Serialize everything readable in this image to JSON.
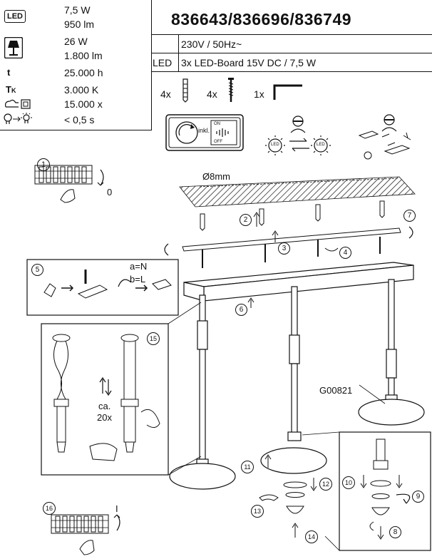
{
  "specs": [
    {
      "icon": "led-badge-icon",
      "label": "LED",
      "values": [
        "7,5 W",
        "950 lm"
      ]
    },
    {
      "icon": "table-lamp-icon",
      "label": "",
      "values": [
        "26 W",
        "1.800 lm"
      ]
    },
    {
      "icon": "",
      "label": "t",
      "values": [
        "25.000 h"
      ]
    },
    {
      "icon": "",
      "label": "TK",
      "values": [
        "3.000 K"
      ]
    },
    {
      "icon": "switch-cycles-icon",
      "label": "",
      "values": [
        "15.000 x"
      ]
    },
    {
      "icon": "warm-up-bulb-icon",
      "label": "",
      "values": [
        "< 0,5 s"
      ]
    }
  ],
  "title": "836643/836696/836749",
  "table": {
    "voltage": "230V / 50Hz~",
    "led_label": "LED",
    "led_desc": "3x LED-Board 15V DC / 7,5 W"
  },
  "parts": [
    {
      "qty": "4x",
      "icon": "wall-plug-icon"
    },
    {
      "qty": "4x",
      "icon": "screw-icon"
    },
    {
      "qty": "1x",
      "icon": "allen-key-icon"
    }
  ],
  "dimmer": {
    "inkl": "inkl.",
    "on": "ON",
    "off": "OFF"
  },
  "led_swap": {
    "led": "LED"
  },
  "drill": {
    "diameter": "Ø8mm"
  },
  "steps": [
    "1",
    "2",
    "3",
    "4",
    "5",
    "6",
    "7",
    "8",
    "9",
    "10",
    "11",
    "12",
    "13",
    "14",
    "15",
    "16"
  ],
  "switch_states": {
    "off": "0",
    "on": "I"
  },
  "wiring": {
    "a": "a=N",
    "b": "b=L"
  },
  "height_adjust": {
    "count": "ca.\n20x",
    "count_line1": "ca.",
    "count_line2": "20x"
  },
  "part_code": "G00821",
  "icons": [
    "led-badge-icon",
    "table-lamp-icon",
    "switch-cycles-icon",
    "warm-up-bulb-icon",
    "wall-plug-icon",
    "screw-icon",
    "allen-key-icon",
    "dimmer-icon",
    "electrician-icon",
    "driver-box-icon",
    "pendant-lamp-icon"
  ]
}
